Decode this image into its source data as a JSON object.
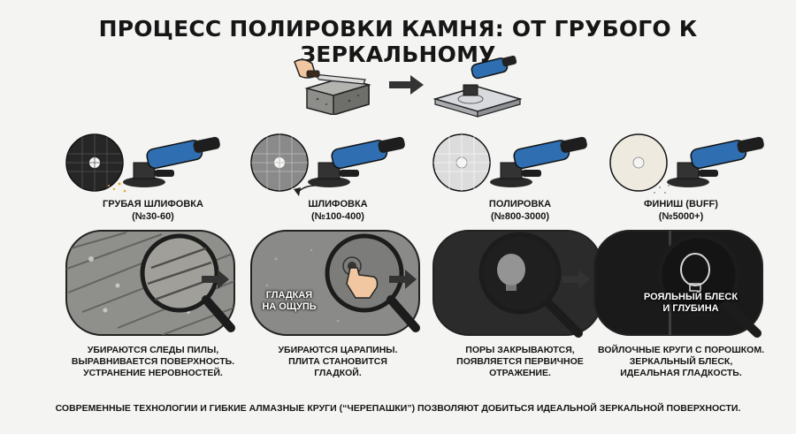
{
  "title": "ПРОЦЕСС ПОЛИРОВКИ КАМНЯ: ОТ ГРУБОГО К ЗЕРКАЛЬНОМУ",
  "stages": [
    {
      "name": "ГРУБАЯ ШЛИФОВКА",
      "grit": "(№30-60)",
      "description_lines": [
        "УБИРАЮТСЯ СЛЕДЫ ПИЛЫ,",
        "ВЫРАВНИВАЕТСЯ ПОВЕРХНОСТЬ.",
        "УСТРАНЕНИЕ НЕРОВНОСТЕЙ."
      ],
      "callout_lines": [],
      "disc_color": "#262626"
    },
    {
      "name": "ШЛИФОВКА",
      "grit": "(№100-400)",
      "description_lines": [
        "УБИРАЮТСЯ ЦАРАПИНЫ.",
        "ПЛИТА СТАНОВИТСЯ",
        "ГЛАДКОЙ."
      ],
      "callout_lines": [
        "ГЛАДКАЯ",
        "НА ОЩУПЬ"
      ],
      "disc_color": "#8a8a8a"
    },
    {
      "name": "ПОЛИРОВКА",
      "grit": "(№800-3000)",
      "description_lines": [
        "ПОРЫ ЗАКРЫВАЮТСЯ,",
        "ПОЯВЛЯЕТСЯ ПЕРВИЧНОЕ",
        "ОТРАЖЕНИЕ."
      ],
      "callout_lines": [],
      "disc_color": "#dcdcdc"
    },
    {
      "name": "ФИНИШ (BUFF)",
      "grit": "(№5000+)",
      "description_lines": [
        "ВОЙЛОЧНЫЕ КРУГИ С ПОРОШКОМ.",
        "ЗЕРКАЛЬНЫЙ БЛЕСК,",
        "ИДЕАЛЬНАЯ ГЛАДКОСТЬ."
      ],
      "callout_lines": [
        "РОЯЛЬНЫЙ БЛЕСК",
        "И ГЛУБИНА"
      ],
      "disc_color": "#eeeae0"
    }
  ],
  "footer": "СОВРЕМЕННЫЕ ТЕХНОЛОГИИ И ГИБКИЕ АЛМАЗНЫЕ КРУГИ (“ЧЕРЕПАШКИ”) ПОЗВОЛЯЮТ ДОБИТЬСЯ ИДЕАЛЬНОЙ ЗЕРКАЛЬНОЙ ПОВЕРХНОСТИ.",
  "colors": {
    "grinder_body": "#2f6eb0",
    "grinder_dark": "#1e1e1e",
    "arrow": "#333333",
    "text": "#161616"
  }
}
